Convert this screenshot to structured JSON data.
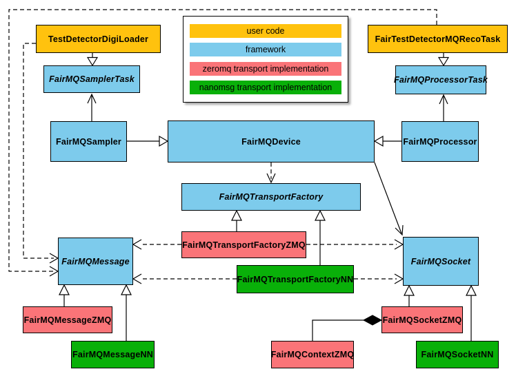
{
  "legend": {
    "items": [
      {
        "id": "user-code",
        "label": "user code",
        "color": "#FFC20E"
      },
      {
        "id": "framework",
        "label": "framework",
        "color": "#7DCBEC"
      },
      {
        "id": "zeromq",
        "label": "zeromq transport implementation",
        "color": "#FA7478"
      },
      {
        "id": "nanomsg",
        "label": "nanomsg transport implementation",
        "color": "#09B009"
      }
    ]
  },
  "nodes": {
    "digiLoader": {
      "label": "TestDetectorDigiLoader",
      "category": "user-code",
      "abstract": false
    },
    "recoTask": {
      "label": "FairTestDetectorMQRecoTask",
      "category": "user-code",
      "abstract": false
    },
    "samplerTask": {
      "label": "FairMQSamplerTask",
      "category": "framework",
      "abstract": true
    },
    "processorTask": {
      "label": "FairMQProcessorTask",
      "category": "framework",
      "abstract": true
    },
    "sampler": {
      "label": "FairMQSampler",
      "category": "framework",
      "abstract": false
    },
    "device": {
      "label": "FairMQDevice",
      "category": "framework",
      "abstract": false
    },
    "processor": {
      "label": "FairMQProcessor",
      "category": "framework",
      "abstract": false
    },
    "transportFactory": {
      "label": "FairMQTransportFactory",
      "category": "framework",
      "abstract": true
    },
    "transportFactoryZMQ": {
      "label": "FairMQTransportFactoryZMQ",
      "category": "zeromq",
      "abstract": false
    },
    "transportFactoryNN": {
      "label": "FairMQTransportFactoryNN",
      "category": "nanomsg",
      "abstract": false
    },
    "message": {
      "label": "FairMQMessage",
      "category": "framework",
      "abstract": true
    },
    "socket": {
      "label": "FairMQSocket",
      "category": "framework",
      "abstract": true
    },
    "messageZMQ": {
      "label": "FairMQMessageZMQ",
      "category": "zeromq",
      "abstract": false
    },
    "messageNN": {
      "label": "FairMQMessageNN",
      "category": "nanomsg",
      "abstract": false
    },
    "socketZMQ": {
      "label": "FairMQSocketZMQ",
      "category": "zeromq",
      "abstract": false
    },
    "socketNN": {
      "label": "FairMQSocketNN",
      "category": "nanomsg",
      "abstract": false
    },
    "contextZMQ": {
      "label": "FairMQContextZMQ",
      "category": "zeromq",
      "abstract": false
    }
  }
}
